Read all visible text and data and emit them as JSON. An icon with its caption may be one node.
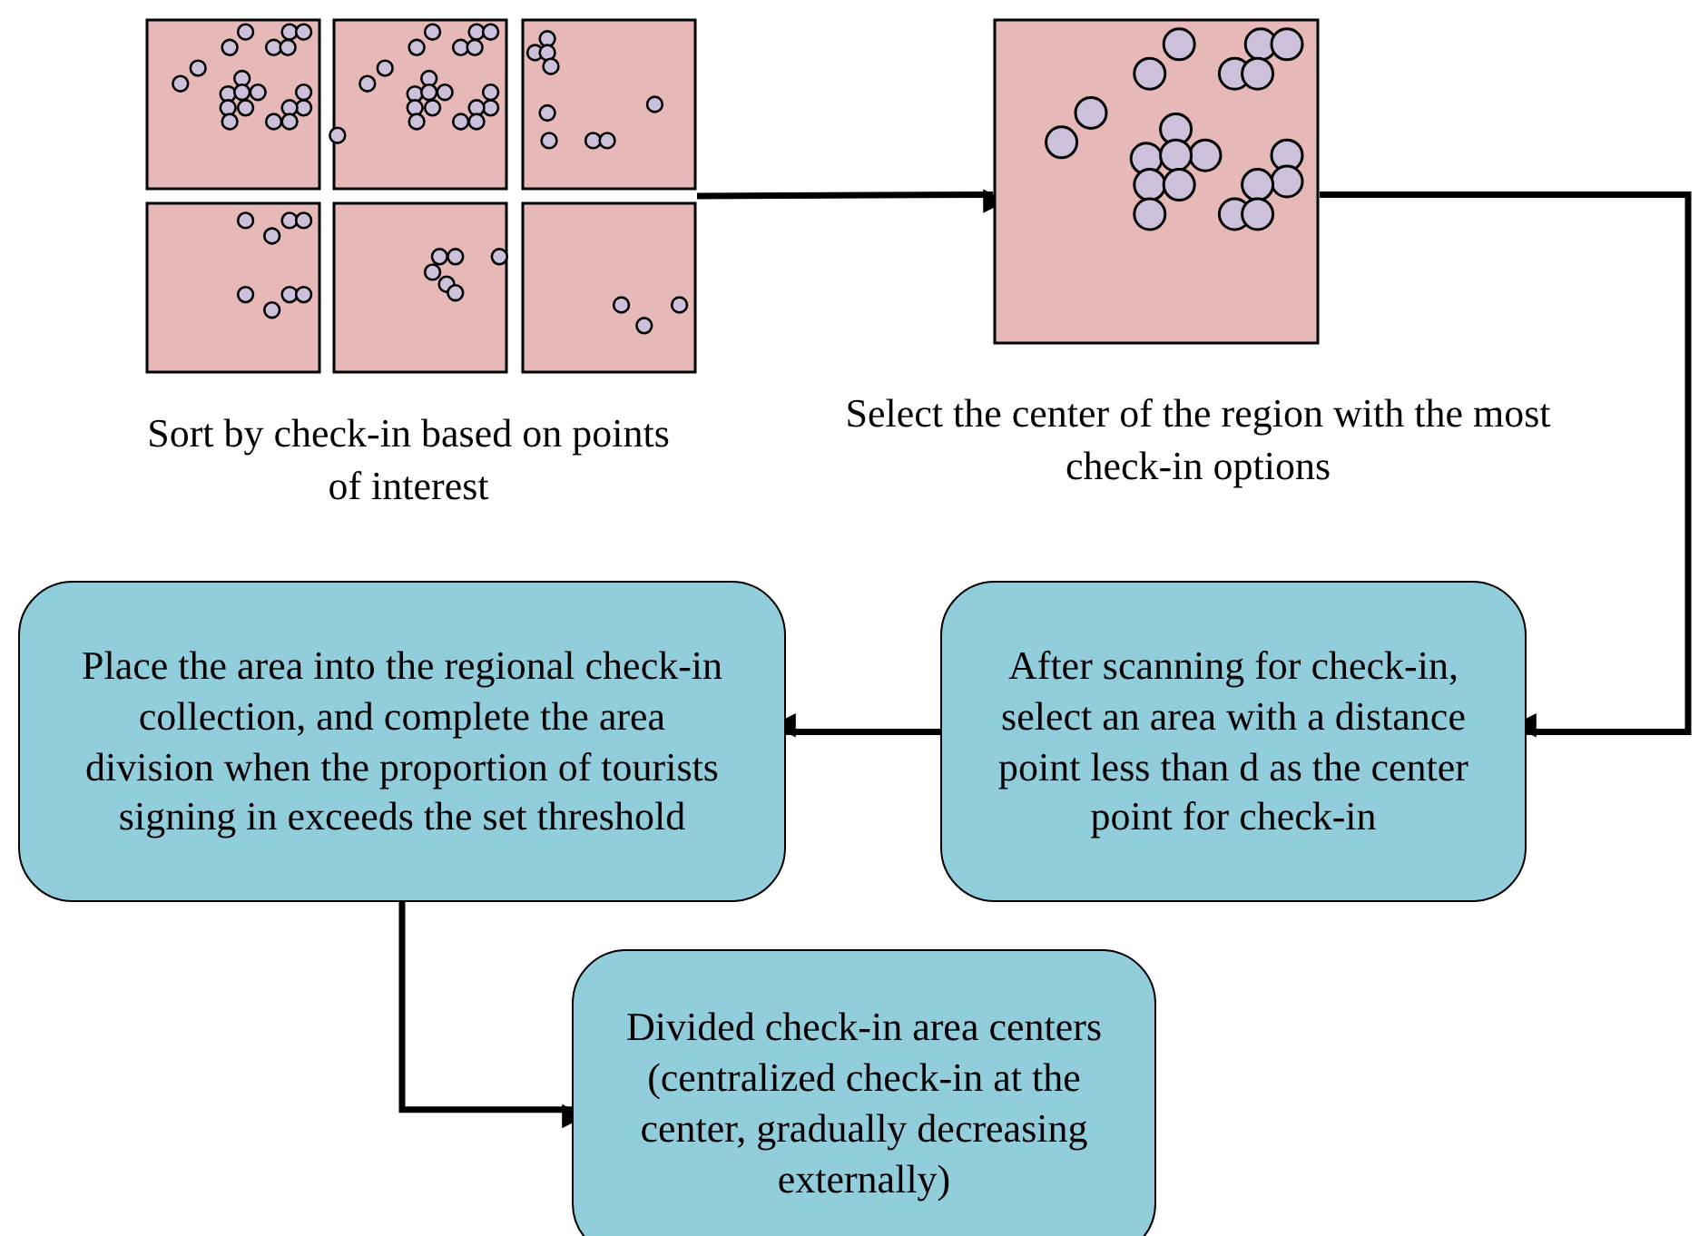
{
  "diagram": {
    "nodes": [
      {
        "text": [],
        "shape": "picture",
        "beside": [
          "Sort by check-in based on points of interest"
        ]
      },
      {
        "text": [],
        "shape": "picture",
        "beside": [
          "Select the center of the region with the most check-in options"
        ]
      },
      {
        "text": [
          "After scanning for check-in, select an area with a distance point less than d as the center point for check-in"
        ]
      },
      {
        "text": [
          "Place the area into the regional check-in collection, and complete the area division when the proportion of tourists signing in exceeds the set threshold"
        ]
      },
      {
        "text": [
          "Divided check-in area centers (centralized check-in at the center, gradually decreasing externally)"
        ]
      }
    ],
    "edges": [
      {
        "from": 0,
        "to": 1,
        "arrow": "to"
      },
      {
        "from": 1,
        "to": 2,
        "arrow": "to"
      },
      {
        "from": 2,
        "to": 3,
        "arrow": "to"
      },
      {
        "from": 3,
        "to": 4,
        "arrow": "to"
      }
    ]
  }
}
